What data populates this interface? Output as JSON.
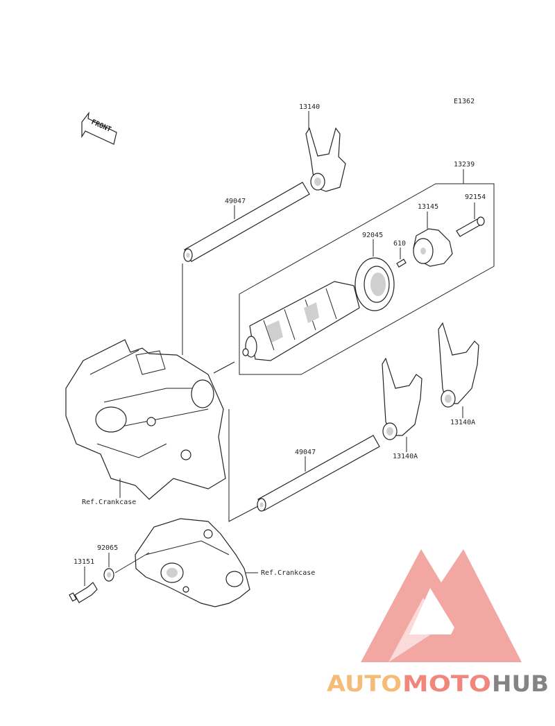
{
  "diagram_code": "E1362",
  "front_marker": "FRONT",
  "parts": {
    "fork_top": "13140",
    "drum_assembly": "13239",
    "bolt": "92154",
    "cam": "13145",
    "bearing": "92045",
    "pin": "610",
    "shaft_upper": "49047",
    "shaft_lower": "49047",
    "fork_mid": "13140A",
    "fork_right": "13140A",
    "washer": "92065",
    "switch": "13151"
  },
  "references": {
    "crankcase_upper": "Ref.Crankcase",
    "crankcase_lower": "Ref.Crankcase"
  },
  "watermark": {
    "part1": "AUTO",
    "part2": "MOTO",
    "part3": "HUB",
    "color1": "#f5b56a",
    "color2": "#f07a6e",
    "color3": "#777777",
    "logo_color": "#f08a84"
  }
}
